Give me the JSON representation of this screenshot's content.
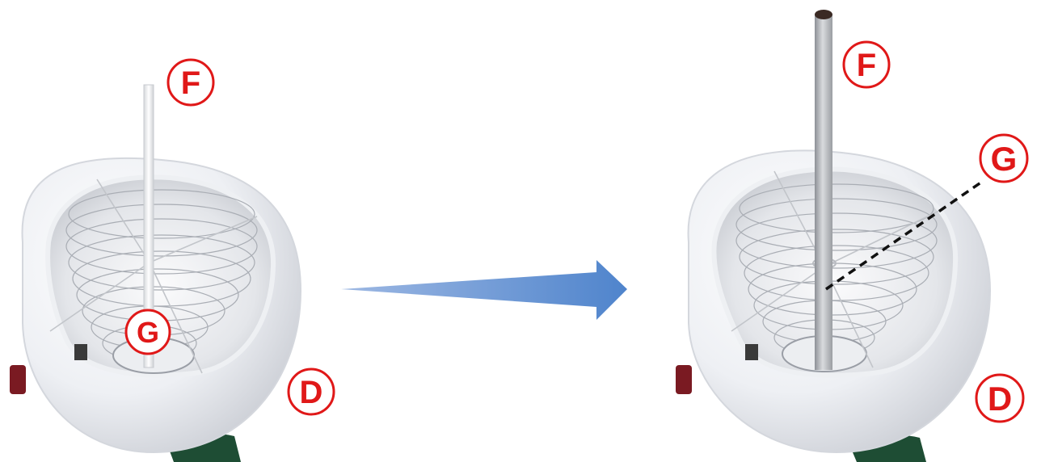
{
  "labels": {
    "left_f": "F",
    "left_g": "G",
    "left_d": "D",
    "right_f": "F",
    "right_g": "G",
    "right_d": "D"
  },
  "colors": {
    "label_red": "#e01818",
    "arrow_blue": "#5b8fd0",
    "snow_white": "#f2f3f6",
    "base_green": "#1e4d34",
    "pole_gray": "#b9bcc1"
  }
}
